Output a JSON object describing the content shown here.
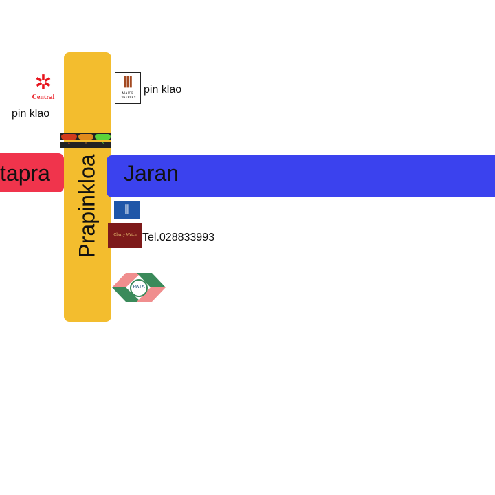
{
  "roads": {
    "left": "tapra",
    "right": "Jaran",
    "vertical": "Prapinkloa"
  },
  "landmarks": {
    "central": {
      "logo": "Central",
      "label": "pin klao"
    },
    "major": {
      "logo": "MAJOR CINEPLEX",
      "label": "pin klao"
    },
    "cherry": {
      "logo": "Cherry Watch",
      "phone": "Tel.028833993"
    },
    "pata": {
      "logo": "PATA"
    }
  },
  "colors": {
    "vertical": "#f3bd2e",
    "left": "#f0344c",
    "right": "#3b42ee"
  }
}
